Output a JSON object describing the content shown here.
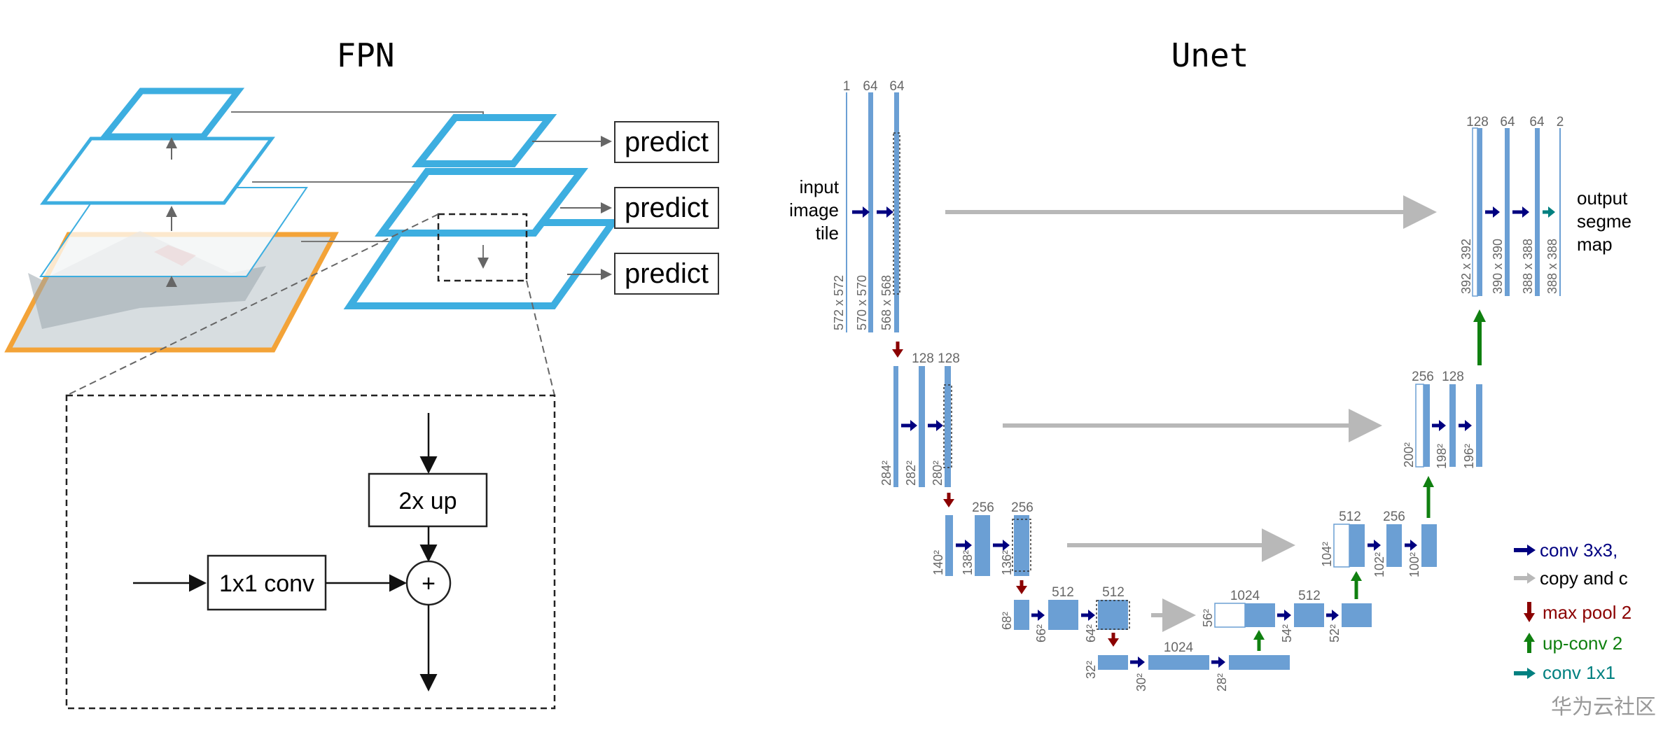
{
  "fpn": {
    "title": "FPN",
    "predict_labels": [
      "predict",
      "predict",
      "predict"
    ],
    "detail": {
      "up_label": "2x up",
      "conv_label": "1x1 conv",
      "merge_symbol": "+"
    }
  },
  "unet": {
    "title": "Unet",
    "input_label": [
      "input",
      "image",
      "tile"
    ],
    "output_label": [
      "output",
      "segme",
      "map"
    ],
    "level1": {
      "channels": [
        "1",
        "64",
        "64"
      ],
      "sizes": [
        "572 x 572",
        "570 x 570",
        "568 x 568"
      ]
    },
    "level2": {
      "channels": [
        "128",
        "128"
      ],
      "sizes": [
        "284²",
        "282²",
        "280²"
      ]
    },
    "level3": {
      "channels": [
        "256",
        "256"
      ],
      "sizes": [
        "140²",
        "138²",
        "136²"
      ]
    },
    "level4": {
      "channels": [
        "512",
        "512"
      ],
      "sizes": [
        "68²",
        "66²",
        "64²"
      ]
    },
    "bottom": {
      "channels": [
        "1024"
      ],
      "sizes": [
        "32²",
        "30²",
        "28²"
      ]
    },
    "up4": {
      "channels": [
        "1024",
        "512"
      ],
      "sizes": [
        "56²",
        "54²",
        "52²"
      ]
    },
    "up3": {
      "channels": [
        "512",
        "256"
      ],
      "sizes": [
        "104²",
        "102²",
        "100²"
      ]
    },
    "up2": {
      "channels": [
        "256",
        "128"
      ],
      "sizes": [
        "200²",
        "198²",
        "196²"
      ]
    },
    "up1": {
      "channels": [
        "128",
        "64",
        "64",
        "2"
      ],
      "sizes": [
        "392 x 392",
        "390 x 390",
        "388 x 388",
        "388 x 388"
      ]
    },
    "legend": [
      {
        "label": "conv 3x3,",
        "color": "#000080"
      },
      {
        "label": "copy and c",
        "color": "#000000"
      },
      {
        "label": "max pool 2",
        "color": "#8b0000"
      },
      {
        "label": "up-conv 2",
        "color": "#108010"
      },
      {
        "label": "conv 1x1",
        "color": "#008080"
      }
    ]
  },
  "watermark": "华为云社区",
  "colors": {
    "fpn_blue": "#3daee0",
    "fpn_orange": "#f3a338",
    "unet_box": "#6b9fd4",
    "conv_arrow": "#000080",
    "copy_arrow": "#b8b8b8",
    "pool_arrow": "#8b0000",
    "up_arrow": "#108010",
    "out_arrow": "#008080"
  }
}
